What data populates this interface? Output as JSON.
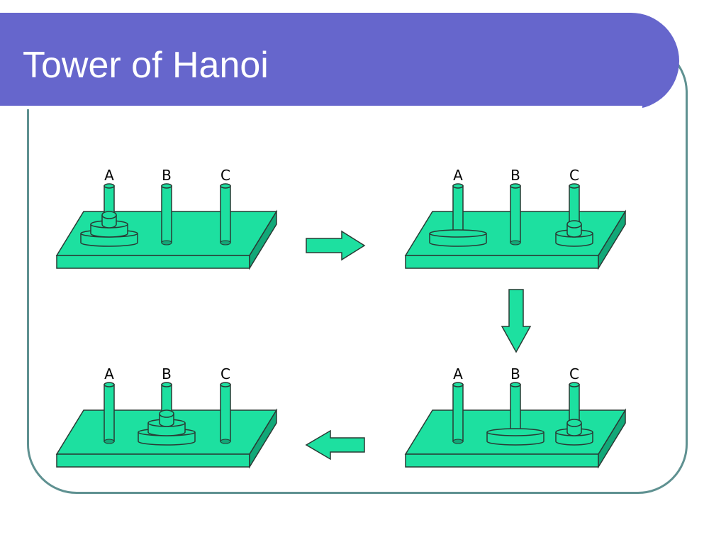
{
  "slide": {
    "title": "Tower of Hanoi"
  },
  "colors": {
    "banner": "#6666cc",
    "frame": "#5f9191",
    "green": "#1de0a0",
    "green_dark": "#12a878",
    "outline": "#2a3a34"
  },
  "peg_labels": [
    "A",
    "B",
    "C"
  ],
  "panels": [
    {
      "id": "top-left",
      "pegs": {
        "A": [
          3,
          2,
          1
        ],
        "B": [],
        "C": []
      }
    },
    {
      "id": "top-right",
      "pegs": {
        "A": [
          3
        ],
        "B": [],
        "C": [
          2,
          1
        ]
      }
    },
    {
      "id": "bottom-right",
      "pegs": {
        "A": [],
        "B": [
          3
        ],
        "C": [
          2,
          1
        ]
      }
    },
    {
      "id": "bottom-left",
      "pegs": {
        "A": [],
        "B": [
          3,
          2,
          1
        ],
        "C": []
      }
    }
  ],
  "arrows": [
    {
      "from": "top-left",
      "to": "top-right",
      "direction": "right"
    },
    {
      "from": "top-right",
      "to": "bottom-right",
      "direction": "down"
    },
    {
      "from": "bottom-right",
      "to": "bottom-left",
      "direction": "left"
    }
  ]
}
